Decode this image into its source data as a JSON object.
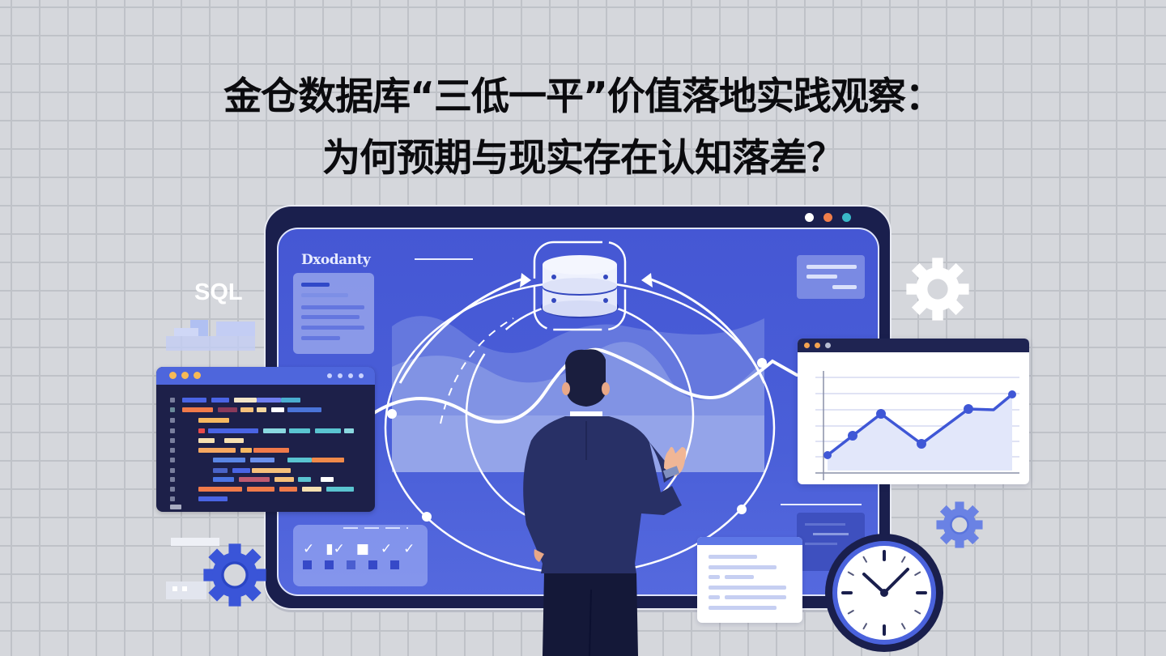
{
  "headline": {
    "line1": "金仓数据库“三低一平”价值落地实践观察：",
    "line2": "为何预期与现实存在认知落差？"
  },
  "monitor": {
    "brand_label": "Dxodanty",
    "window_dots": [
      "#ffffff",
      "#f07e4a",
      "#3ab8c8"
    ]
  },
  "labels": {
    "sql": "SQL"
  },
  "check_panel": {
    "checks": [
      "✓",
      "▮✓",
      "■",
      "✓",
      "✓"
    ]
  },
  "line_chart_card": {
    "window_dots": [
      "#f3a350",
      "#f3a350",
      "#b7bdd2"
    ]
  },
  "clock": {
    "hour_hand_angle_deg": -50,
    "minute_hand_angle_deg": 42
  },
  "colors": {
    "background": "#d5d7dc",
    "grid": "#bfc2c8",
    "monitor_frame": "#1a1f4d",
    "screen_blue": "#4557d4",
    "accent_blue": "#3f57d6",
    "title_text": "#0b0b0e"
  },
  "chart_data": {
    "type": "line",
    "title": "",
    "xlabel": "",
    "ylabel": "",
    "x": [
      1,
      2,
      3,
      4,
      5,
      6,
      7
    ],
    "values": [
      1.2,
      2.4,
      3.6,
      1.9,
      4.0,
      4.0,
      5.0
    ],
    "ylim": [
      0,
      6
    ],
    "grid": true
  }
}
